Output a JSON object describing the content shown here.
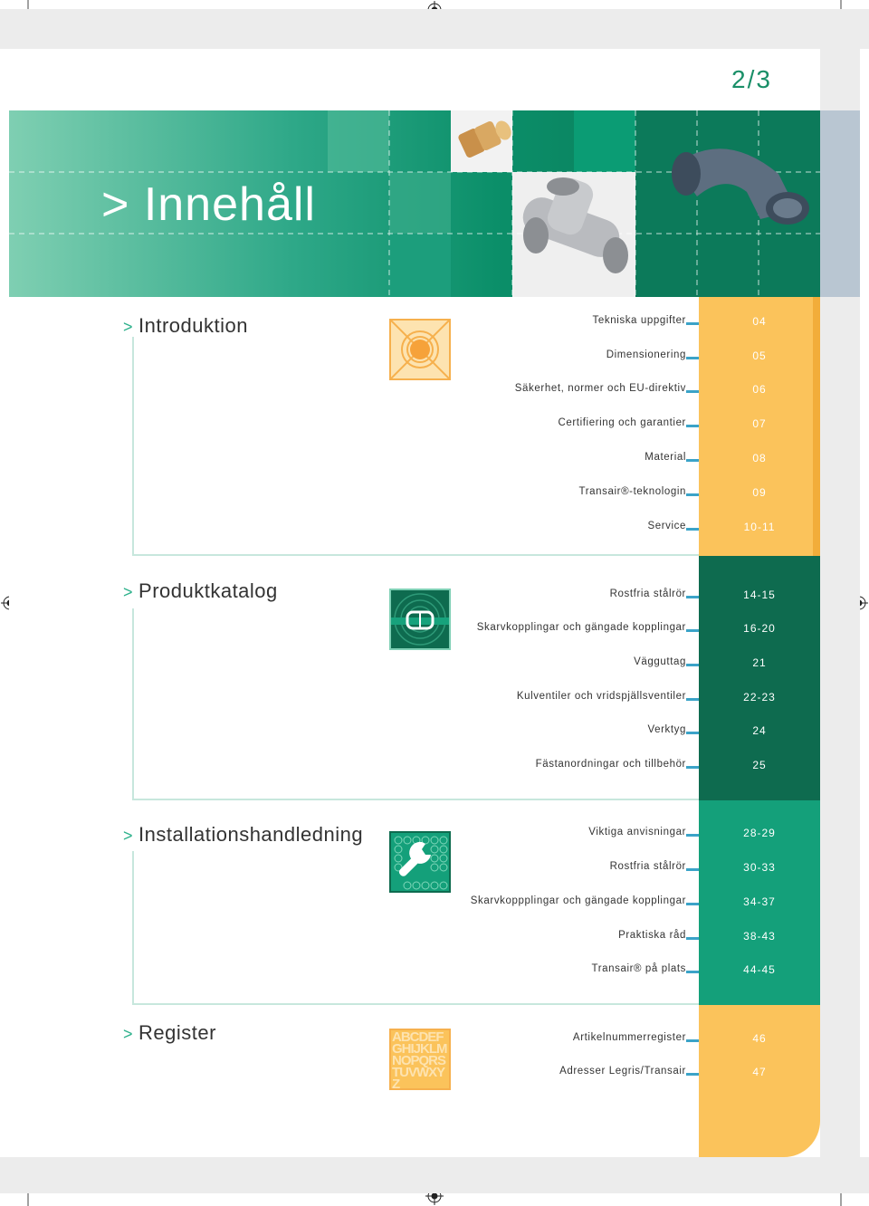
{
  "page_number": "2/3",
  "hero": {
    "title": "> Innehåll"
  },
  "colors": {
    "green_dark": "#0e6b4f",
    "green_mid": "#14a07a",
    "orange": "#fbc35b",
    "line_blue": "#3ba3c8"
  },
  "sections": [
    {
      "marker": ">",
      "title": "Introduktion",
      "icon": "sun-target-icon",
      "entries": [
        {
          "label": "Tekniska uppgifter",
          "page": "04"
        },
        {
          "label": "Dimensionering",
          "page": "05"
        },
        {
          "label": "Säkerhet, normer och EU-direktiv",
          "page": "06"
        },
        {
          "label": "Certifiering och garantier",
          "page": "07"
        },
        {
          "label": "Material",
          "page": "08"
        },
        {
          "label": "Transair®-teknologin",
          "page": "09"
        },
        {
          "label": "Service",
          "page": "10-11"
        }
      ]
    },
    {
      "marker": ">",
      "title": "Produktkatalog",
      "icon": "pipe-connector-icon",
      "entries": [
        {
          "label": "Rostfria stålrör",
          "page": "14-15"
        },
        {
          "label": "Skarvkopplingar och gängade kopplingar",
          "page": "16-20"
        },
        {
          "label": "Vägguttag",
          "page": "21"
        },
        {
          "label": "Kulventiler och vridspjällsventiler",
          "page": "22-23"
        },
        {
          "label": "Verktyg",
          "page": "24"
        },
        {
          "label": "Fästanordningar och tillbehör",
          "page": "25"
        }
      ]
    },
    {
      "marker": ">",
      "title": "Installationshandledning",
      "icon": "wrench-icon",
      "entries": [
        {
          "label": "Viktiga anvisningar",
          "page": "28-29"
        },
        {
          "label": "Rostfria stålrör",
          "page": "30-33"
        },
        {
          "label": "Skarvkoppplingar och gängade kopplingar",
          "page": "34-37"
        },
        {
          "label": "Praktiska råd",
          "page": "38-43"
        },
        {
          "label": "Transair® på plats",
          "page": "44-45"
        }
      ]
    },
    {
      "marker": ">",
      "title": "Register",
      "icon": "alphabet-icon",
      "icon_letters": "ABCDEFGHIJKLMNOPQRSTUVWXYZ",
      "entries": [
        {
          "label": "Artikelnummerregister",
          "page": "46"
        },
        {
          "label": "Adresser Legris/Transair",
          "page": "47"
        }
      ]
    }
  ]
}
